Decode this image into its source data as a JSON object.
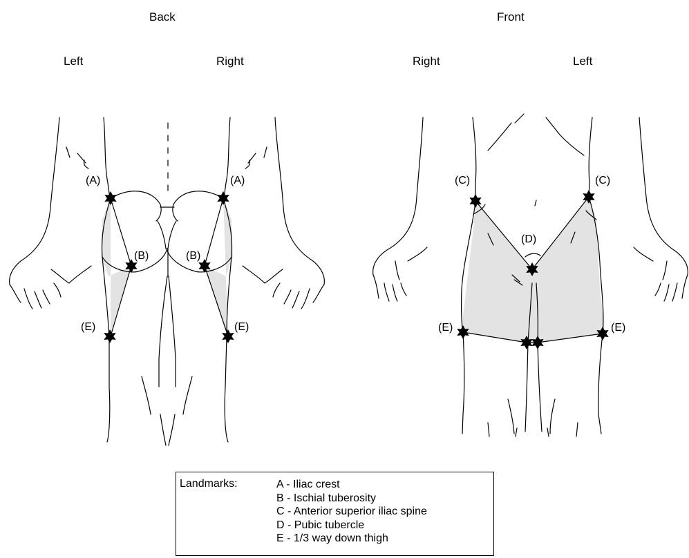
{
  "views": {
    "back": {
      "title": "Back",
      "left_label": "Left",
      "right_label": "Right",
      "markers": {
        "a_left": "(A)",
        "a_right": "(A)",
        "b_left": "(B)",
        "b_right": "(B)",
        "e_left": "(E)",
        "e_right": "(E)"
      }
    },
    "front": {
      "title": "Front",
      "right_label": "Right",
      "left_label": "Left",
      "markers": {
        "c_right": "(C)",
        "c_left": "(C)",
        "d": "(D)",
        "e_right": "(E)",
        "e_left": "(E)"
      }
    }
  },
  "legend": {
    "title": "Landmarks:",
    "items": [
      "A - Iliac crest",
      "B - Ischial tuberosity",
      "C - Anterior superior iliac spine",
      "D - Pubic tubercle",
      "E - 1/3 way down thigh"
    ]
  },
  "colors": {
    "region_fill": "#e3e3e3",
    "outline": "#000000"
  }
}
